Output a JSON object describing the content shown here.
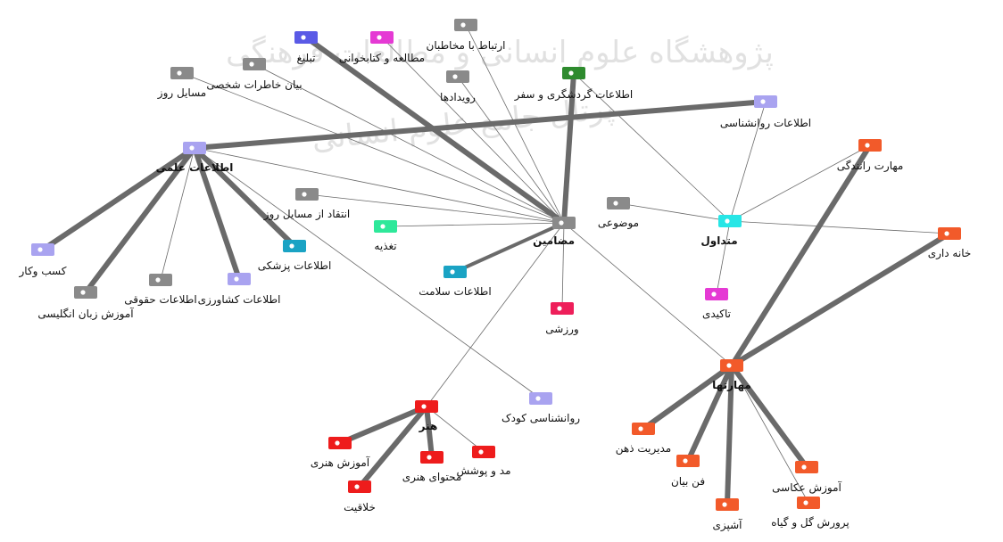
{
  "watermark": {
    "line1": "پژوهشگاه علوم انسانی و مطالعات فرهنگی",
    "line2": "پرتال جامع علوم انسانی"
  },
  "colors": {
    "gray": "#8a8a8a",
    "lavender": "#a9a3f0",
    "indigo": "#5a5ae6",
    "magenta": "#e53ad4",
    "green": "#2e8b2e",
    "cyan": "#27e6e6",
    "teal": "#1aa3c4",
    "mint": "#2ee89a",
    "crimson": "#ee1f5a",
    "red": "#ee1c1c",
    "orange": "#f25a2a",
    "edge": "#6a6a6a"
  },
  "nodes": [
    {
      "id": "mazamin",
      "label": "مضامین",
      "color": "gray",
      "hub": true
    },
    {
      "id": "motedavel",
      "label": "متداول",
      "color": "cyan",
      "hub": true
    },
    {
      "id": "maharatha",
      "label": "مهارتها",
      "color": "orange",
      "hub": true
    },
    {
      "id": "honar",
      "label": "هنر",
      "color": "red",
      "hub": true
    },
    {
      "id": "etelaat_elmi",
      "label": "اطلاعات علمی",
      "color": "lavender",
      "hub": true
    },
    {
      "id": "ertebat",
      "label": "ارتباط با مخاطبان",
      "color": "gray"
    },
    {
      "id": "motalee",
      "label": "مطالعه و کتابخوانی",
      "color": "magenta"
    },
    {
      "id": "tablighi",
      "label": "تبلیغ",
      "color": "indigo"
    },
    {
      "id": "bayan",
      "label": "بیان خاطرات شخصی",
      "color": "gray"
    },
    {
      "id": "masayel_rooz",
      "label": "مسایل روز",
      "color": "gray"
    },
    {
      "id": "rooydadha",
      "label": "رویدادها",
      "color": "gray"
    },
    {
      "id": "gardeshgari",
      "label": "اطلاعات گردشگری و سفر",
      "color": "green"
    },
    {
      "id": "ravanshenasi",
      "label": "اطلاعات روانشناسی",
      "color": "lavender"
    },
    {
      "id": "rانندگی",
      "label": "مهارت رانندگی",
      "color": "orange"
    },
    {
      "id": "khanedari",
      "label": "خانه داری",
      "color": "orange"
    },
    {
      "id": "mozooi",
      "label": "موضوعی",
      "color": "gray"
    },
    {
      "id": "takidi",
      "label": "تاکیدی",
      "color": "magenta"
    },
    {
      "id": "enteghad",
      "label": "انتقاد از مسایل روز",
      "color": "gray"
    },
    {
      "id": "taghzie",
      "label": "تغذیه",
      "color": "mint"
    },
    {
      "id": "pezeshki",
      "label": "اطلاعات پزشکی",
      "color": "teal"
    },
    {
      "id": "salamat",
      "label": "اطلاعات سلامت",
      "color": "teal"
    },
    {
      "id": "varzeshi",
      "label": "ورزشی",
      "color": "crimson"
    },
    {
      "id": "kasb",
      "label": "کسب وکار",
      "color": "lavender"
    },
    {
      "id": "zaban",
      "label": "آموزش زبان انگلیسی",
      "color": "gray"
    },
    {
      "id": "hoghoghi",
      "label": "اطلاعات حقوقی",
      "color": "gray"
    },
    {
      "id": "keshavarzi",
      "label": "اطلاعات کشاورزی",
      "color": "lavender"
    },
    {
      "id": "ravan_koodak",
      "label": "روانشناسی کودک",
      "color": "lavender"
    },
    {
      "id": "amoozesh_honari",
      "label": "آموزش هنری",
      "color": "red"
    },
    {
      "id": "khallaghiat",
      "label": "خلاقیت",
      "color": "red"
    },
    {
      "id": "mahtava_honari",
      "label": "محتوای هنری",
      "color": "red"
    },
    {
      "id": "mod",
      "label": "مد و پوشش",
      "color": "red"
    },
    {
      "id": "modiriat_zehn",
      "label": "مدیریت ذهن",
      "color": "orange"
    },
    {
      "id": "fan_bayan",
      "label": "فن بیان",
      "color": "orange"
    },
    {
      "id": "ashpazi",
      "label": "آشپزی",
      "color": "orange"
    },
    {
      "id": "akasi",
      "label": "آموزش عکاسی",
      "color": "orange"
    },
    {
      "id": "parvaresh",
      "label": "پرورش گل و گیاه",
      "color": "orange"
    }
  ],
  "edges": [
    {
      "from": "mazamin",
      "to": "tablighi",
      "weight": "heavy"
    },
    {
      "from": "mazamin",
      "to": "gardeshgari",
      "weight": "heavy"
    },
    {
      "from": "etelaat_elmi",
      "to": "ravanshenasi",
      "weight": "heavy"
    },
    {
      "from": "mazamin",
      "to": "motalee",
      "weight": "thin"
    },
    {
      "from": "mazamin",
      "to": "ertebat",
      "weight": "thin"
    },
    {
      "from": "mazamin",
      "to": "rooydadha",
      "weight": "thin"
    },
    {
      "from": "mazamin",
      "to": "bayan",
      "weight": "thin"
    },
    {
      "from": "mazamin",
      "to": "masayel_rooz",
      "weight": "thin"
    },
    {
      "from": "mazamin",
      "to": "etelaat_elmi",
      "weight": "thin"
    },
    {
      "from": "mazamin",
      "to": "enteghad",
      "weight": "thin"
    },
    {
      "from": "mazamin",
      "to": "taghzie",
      "weight": "thin"
    },
    {
      "from": "mazamin",
      "to": "salamat",
      "weight": "medium"
    },
    {
      "from": "mazamin",
      "to": "varzeshi",
      "weight": "thin"
    },
    {
      "from": "mazamin",
      "to": "honar",
      "weight": "thin"
    },
    {
      "from": "mazamin",
      "to": "maharatha",
      "weight": "thin"
    },
    {
      "from": "motedavel",
      "to": "gardeshgari",
      "weight": "thin"
    },
    {
      "from": "motedavel",
      "to": "ravanshenasi",
      "weight": "thin"
    },
    {
      "from": "motedavel",
      "to": "rانندگی",
      "weight": "thin"
    },
    {
      "from": "motedavel",
      "to": "khanedari",
      "weight": "thin"
    },
    {
      "from": "motedavel",
      "to": "mozooi",
      "weight": "thin"
    },
    {
      "from": "motedavel",
      "to": "takidi",
      "weight": "thin"
    },
    {
      "from": "maharatha",
      "to": "rانندگی",
      "weight": "heavy"
    },
    {
      "from": "maharatha",
      "to": "khanedari",
      "weight": "heavy"
    },
    {
      "from": "maharatha",
      "to": "modiriat_zehn",
      "weight": "heavy"
    },
    {
      "from": "maharatha",
      "to": "fan_bayan",
      "weight": "heavy"
    },
    {
      "from": "maharatha",
      "to": "ashpazi",
      "weight": "heavy"
    },
    {
      "from": "maharatha",
      "to": "akasi",
      "weight": "heavy"
    },
    {
      "from": "maharatha",
      "to": "parvaresh",
      "weight": "thin"
    },
    {
      "from": "etelaat_elmi",
      "to": "kasb",
      "weight": "heavy"
    },
    {
      "from": "etelaat_elmi",
      "to": "zaban",
      "weight": "heavy"
    },
    {
      "from": "etelaat_elmi",
      "to": "hoghoghi",
      "weight": "thin"
    },
    {
      "from": "etelaat_elmi",
      "to": "keshavarzi",
      "weight": "heavy"
    },
    {
      "from": "etelaat_elmi",
      "to": "pezeshki",
      "weight": "heavy"
    },
    {
      "from": "etelaat_elmi",
      "to": "ravan_koodak",
      "weight": "thin"
    },
    {
      "from": "honar",
      "to": "amoozesh_honari",
      "weight": "heavy"
    },
    {
      "from": "honar",
      "to": "khallaghiat",
      "weight": "heavy"
    },
    {
      "from": "honar",
      "to": "mahtava_honari",
      "weight": "heavy"
    },
    {
      "from": "honar",
      "to": "mod",
      "weight": "thin"
    }
  ]
}
